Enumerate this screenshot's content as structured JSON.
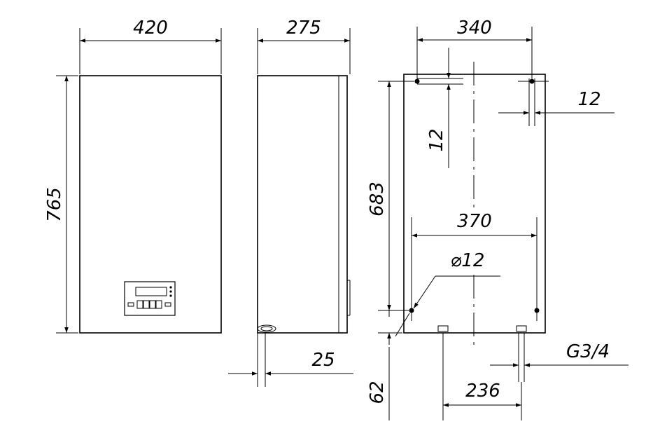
{
  "dimensions": {
    "front_width": "420",
    "front_height": "765",
    "side_depth": "275",
    "side_offset": "25",
    "rear_top_span": "340",
    "rear_top_hole": "12",
    "rear_vertical_hole": "12",
    "rear_height": "683",
    "rear_bottom_span": "370",
    "hole_diameter": "⌀12",
    "bottom_offset": "62",
    "pipe_thread": "G3/4",
    "pipe_span": "236"
  }
}
